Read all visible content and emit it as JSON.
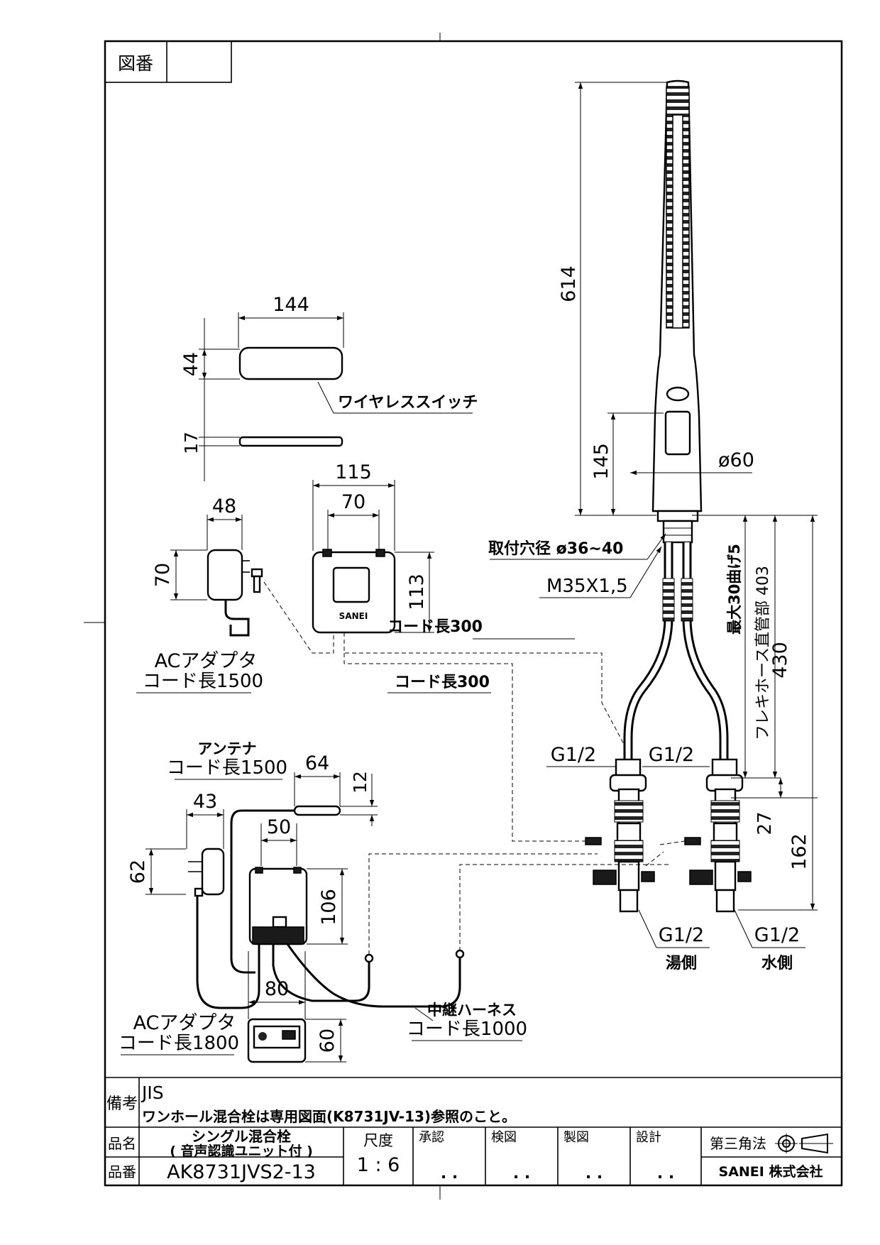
{
  "title_block": {
    "drawing_no_label": "図番",
    "drawing_no_value": "",
    "remarks_label": "備考",
    "remarks_line1": "JIS",
    "remarks_line2": "ワンホール混合栓は専用図面(K8731JV-13)参照のこと。",
    "product_name_label": "品名",
    "product_name_line1": "シングル混合栓",
    "product_name_line2": "( 音声認識ユニット付 )",
    "product_no_label": "品番",
    "product_no": "AK8731JVS2-13",
    "scale_label": "尺度",
    "scale_value": "1 : 6",
    "approval_label": "承認",
    "check_label": "検図",
    "drafting_label": "製図",
    "design_label": "設計",
    "approval_date": ". .",
    "check_date": ". .",
    "drafting_date": ". .",
    "design_date": ". .",
    "projection_label": "第三角法",
    "company": "SANEI 株式会社"
  },
  "dimensions": {
    "faucet_height": "614",
    "faucet_body_height": "145",
    "body_diameter": "ø60",
    "mount_hole": "取付穴径  ø36~40",
    "thread": "M35X1,5",
    "hose_length": "430",
    "hose_note": "フレキホース直管部 403",
    "hose_bend": "最大30曲げ5",
    "valve_offset": "27",
    "valve_height": "162",
    "g_hot_top": "G1/2",
    "g_cold_top": "G1/2",
    "g_hot_bottom": "G1/2",
    "g_cold_bottom": "G1/2",
    "hot_side": "湯側",
    "cold_side": "水側",
    "switch_width": "144",
    "switch_height": "44",
    "switch_thickness": "17",
    "switch_label": "ワイヤレススイッチ",
    "adapter1_width": "48",
    "adapter1_height": "70",
    "adapter1_label1": "ACアダプタ",
    "adapter1_label2": "コード長1500",
    "receiver_width": "115",
    "receiver_inner": "70",
    "receiver_height": "113",
    "receiver_logo": "SANEI",
    "cord1": "コード長300",
    "cord2": "コード長300",
    "antenna_label1": "アンテナ",
    "antenna_label2": "コード長1500",
    "antenna_width": "64",
    "antenna_height": "12",
    "adapter2_width": "43",
    "adapter2_height": "62",
    "unit_width": "50",
    "unit_height": "106",
    "unit_bottom_width": "80",
    "unit_bottom_height": "60",
    "adapter2_label1": "ACアダプタ",
    "adapter2_label2": "コード長1800",
    "harness_label1": "中継ハーネス",
    "harness_label2": "コード長1000"
  }
}
